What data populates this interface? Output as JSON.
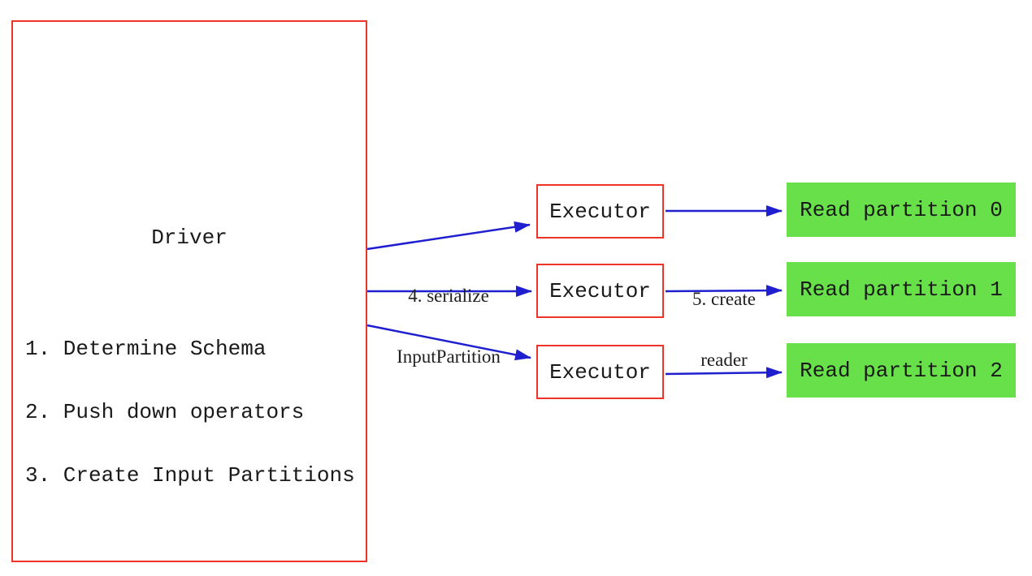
{
  "diagram": {
    "driver": {
      "title": "Driver",
      "steps": [
        "1. Determine Schema",
        "2. Push down operators",
        "3. Create Input Partitions"
      ]
    },
    "executors": [
      {
        "label": "Executor"
      },
      {
        "label": "Executor"
      },
      {
        "label": "Executor"
      }
    ],
    "partitions": [
      {
        "label": "Read partition 0"
      },
      {
        "label": "Read partition 1"
      },
      {
        "label": "Read partition 2"
      }
    ],
    "edge_labels": {
      "serialize": {
        "line1": "4. serialize",
        "line2": "InputPartition"
      },
      "create_reader": {
        "line1": "5. create",
        "line2": "reader"
      }
    },
    "colors": {
      "box_border_red": "#ee3328",
      "arrow_blue": "#1f1fd0",
      "partition_green": "#68e04a",
      "text_black": "#1a1a1a",
      "background": "#ffffff"
    }
  }
}
